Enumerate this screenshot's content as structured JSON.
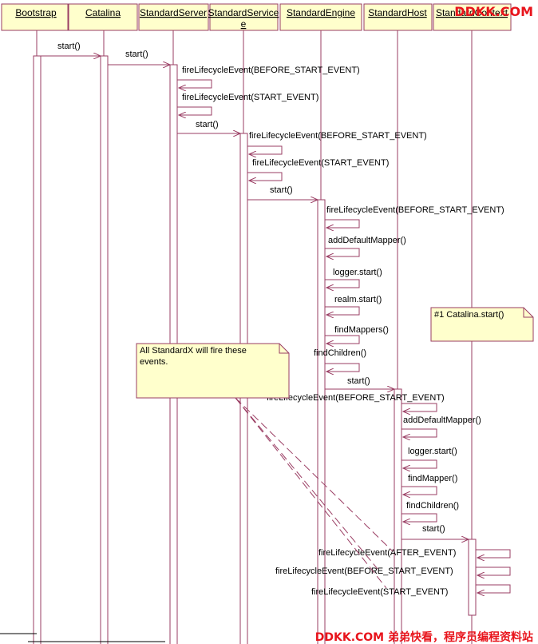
{
  "participants": [
    {
      "name": "Bootstrap"
    },
    {
      "name": "Catalina"
    },
    {
      "name": "StandardServer"
    },
    {
      "name": "StandardService",
      "name_line2": "e"
    },
    {
      "name": "StandardEngine"
    },
    {
      "name": "StandardHost"
    },
    {
      "name": "StandardContext"
    }
  ],
  "messages": [
    {
      "label": "start()"
    },
    {
      "label": "start()"
    },
    {
      "label": "fireLifecycleEvent(BEFORE_START_EVENT)"
    },
    {
      "label": "fireLifecycleEvent(START_EVENT)"
    },
    {
      "label": "start()"
    },
    {
      "label": "fireLifecycleEvent(BEFORE_START_EVENT)"
    },
    {
      "label": "fireLifecycleEvent(START_EVENT)"
    },
    {
      "label": "start()"
    },
    {
      "label": "fireLifecycleEvent(BEFORE_START_EVENT)"
    },
    {
      "label": "addDefaultMapper()"
    },
    {
      "label": "logger.start()"
    },
    {
      "label": "realm.start()"
    },
    {
      "label": "findMappers()"
    },
    {
      "label": "findChildren()"
    },
    {
      "label": "start()"
    },
    {
      "label": "fireLifecycleEvent(BEFORE_START_EVENT)"
    },
    {
      "label": "addDefaultMapper()"
    },
    {
      "label": "logger.start()"
    },
    {
      "label": "findMapper()"
    },
    {
      "label": "findChildren()"
    },
    {
      "label": "start()"
    },
    {
      "label": "fireLifecycleEvent(AFTER_EVENT)"
    },
    {
      "label": "fireLifecycleEvent(BEFORE_START_EVENT)"
    },
    {
      "label": "fireLifecycleEvent(START_EVENT)"
    }
  ],
  "notes": [
    {
      "text": "#1 Catalina.start()"
    },
    {
      "line1": "All StandardX will fire these",
      "line2": "events."
    }
  ],
  "watermarks": {
    "top": "DDKK.COM",
    "bottom": "DDKK.COM 弟弟快看，程序员编程资料站"
  },
  "colors": {
    "lifeline": "#9a3d63",
    "header_fill": "#ffffcc",
    "note_fill": "#ffffcc",
    "watermark": "#e8141c"
  }
}
